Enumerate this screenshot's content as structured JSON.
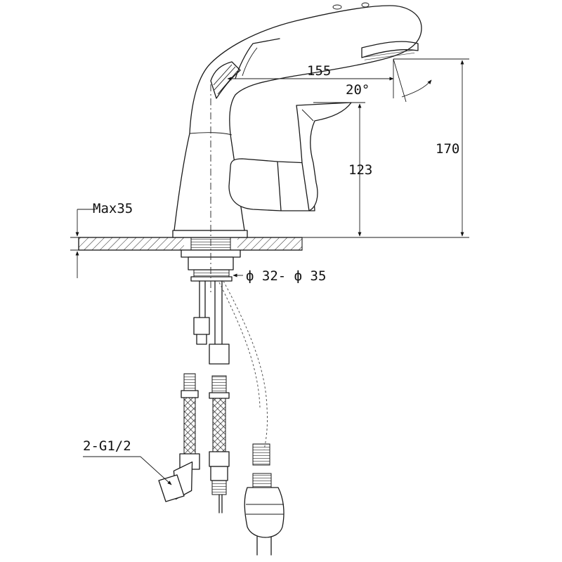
{
  "dimensions": {
    "spout_reach": "155",
    "spray_angle": "20°",
    "total_height": "170",
    "handle_height": "123",
    "max_deck_thickness": "Max35",
    "hole_diameter": "ф 32- ф 35",
    "inlet_thread": "2-G1/2"
  },
  "colors": {
    "line": "#1a1a1a",
    "background": "#ffffff"
  }
}
